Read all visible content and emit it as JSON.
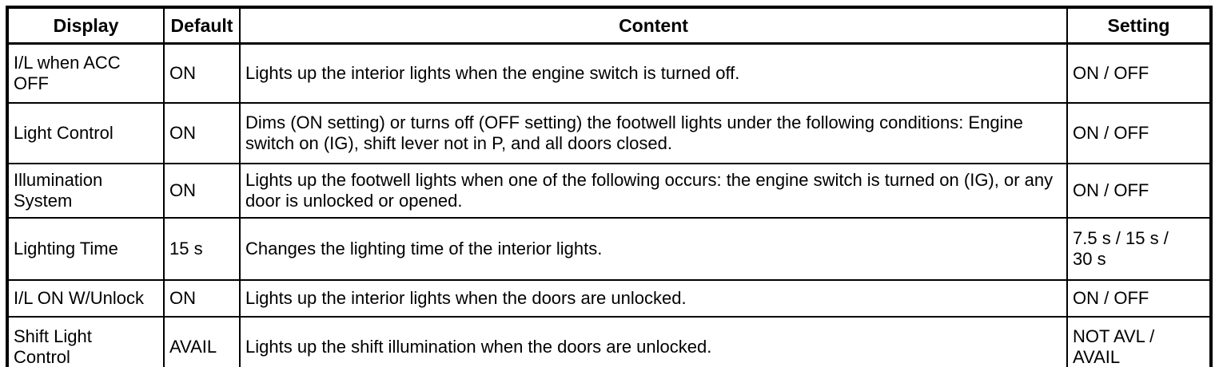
{
  "table": {
    "columns": {
      "display": "Display",
      "default": "Default",
      "content": "Content",
      "setting": "Setting"
    },
    "rows": [
      {
        "display": "I/L when ACC\nOFF",
        "default": "ON",
        "content": "Lights up the interior lights when the engine switch is turned off.",
        "setting": "ON / OFF"
      },
      {
        "display": "Light Control",
        "default": "ON",
        "content": "Dims (ON setting) or turns off (OFF setting) the footwell lights under the following conditions: Engine switch on (IG), shift lever not in P, and all doors closed.",
        "setting": "ON / OFF"
      },
      {
        "display": "Illumination\nSystem",
        "default": "ON",
        "content": "Lights up the footwell lights when one of the following occurs: the engine switch is turned on (IG), or any door is unlocked or opened.",
        "setting": "ON / OFF"
      },
      {
        "display": "Lighting Time",
        "default": "15 s",
        "content": "Changes the lighting time of the interior lights.",
        "setting": "7.5 s / 15 s /\n30 s"
      },
      {
        "display": "I/L ON W/Unlock",
        "default": "ON",
        "content": "Lights up the interior lights when the doors are unlocked.",
        "setting": "ON / OFF"
      },
      {
        "display": "Shift Light\nControl",
        "default": "AVAIL",
        "content": "Lights up the shift illumination when the doors are unlocked.",
        "setting": "NOT AVL /\nAVAIL"
      }
    ]
  }
}
